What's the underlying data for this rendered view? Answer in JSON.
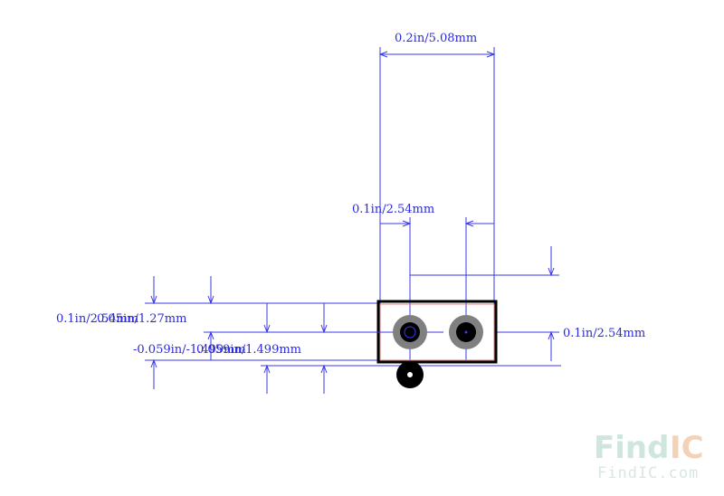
{
  "dimensions": {
    "overall_width": "0.2in/5.08mm",
    "pin_pitch": "0.1in/2.54mm",
    "pin_offset_right": "0.1in/2.54mm",
    "left_overlap_a": "0.1in/2.54mm",
    "left_overlap_b": "0.05in/1.27mm",
    "left_overlap_c": "-0.059in/-1.499mm",
    "left_overlap_d": "0.059in/1.499mm"
  },
  "watermark": {
    "logo_part1": "Find",
    "logo_part2": "IC",
    "url": "FindIC.com"
  },
  "colors": {
    "dimension": "#3a3ae8",
    "outline": "#000000",
    "pad_ring": "#808080",
    "pad_hole": "#000000",
    "courtyard": "#e08080",
    "watermark_find": "#cfe6df",
    "watermark_ic": "#f4d2b8"
  }
}
